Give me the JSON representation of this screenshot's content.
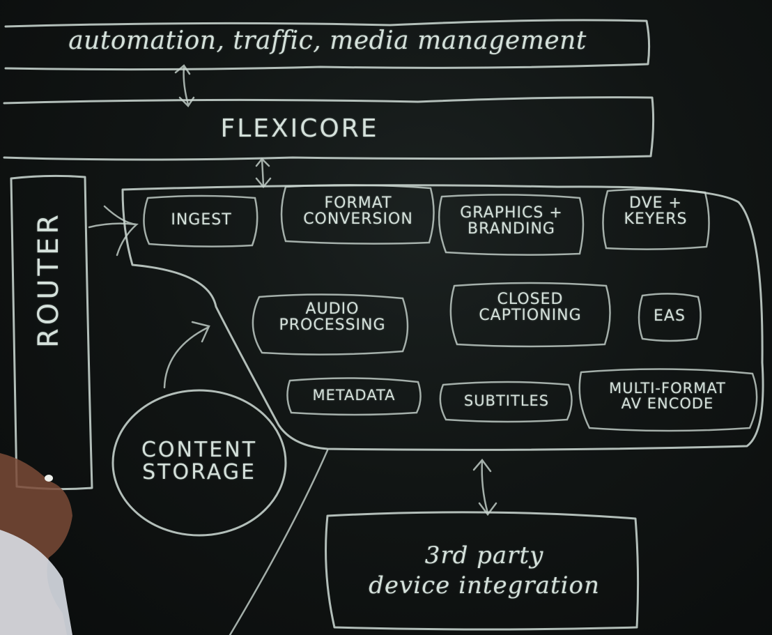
{
  "top_banner": "automation, traffic, media management",
  "core": "FLEXICORE",
  "router": "ROUTER",
  "modules": {
    "ingest": "INGEST",
    "format_conversion": "FORMAT\nCONVERSION",
    "graphics_branding": "GRAPHICS +\nBRANDING",
    "dve_keyers": "DVE +\nKEYERS",
    "audio_processing": "AUDIO\nPROCESSING",
    "closed_captioning": "CLOSED\nCAPTIONING",
    "eas": "EAS",
    "metadata": "METADATA",
    "subtitles": "SUBTITLES",
    "multi_format": "MULTI-FORMAT\nAV ENCODE"
  },
  "storage": "CONTENT\nSTORAGE",
  "third_party": "3rd party\ndevice integration",
  "colors": {
    "chalk": "#c9d6d0",
    "board": "#0b0d0d"
  }
}
